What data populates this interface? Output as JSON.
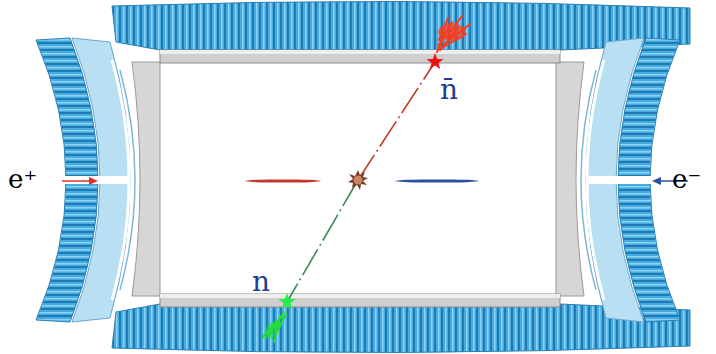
{
  "diagram": {
    "labels": [
      "e⁺",
      "e⁻",
      "n̄",
      "n"
    ]
  }
}
